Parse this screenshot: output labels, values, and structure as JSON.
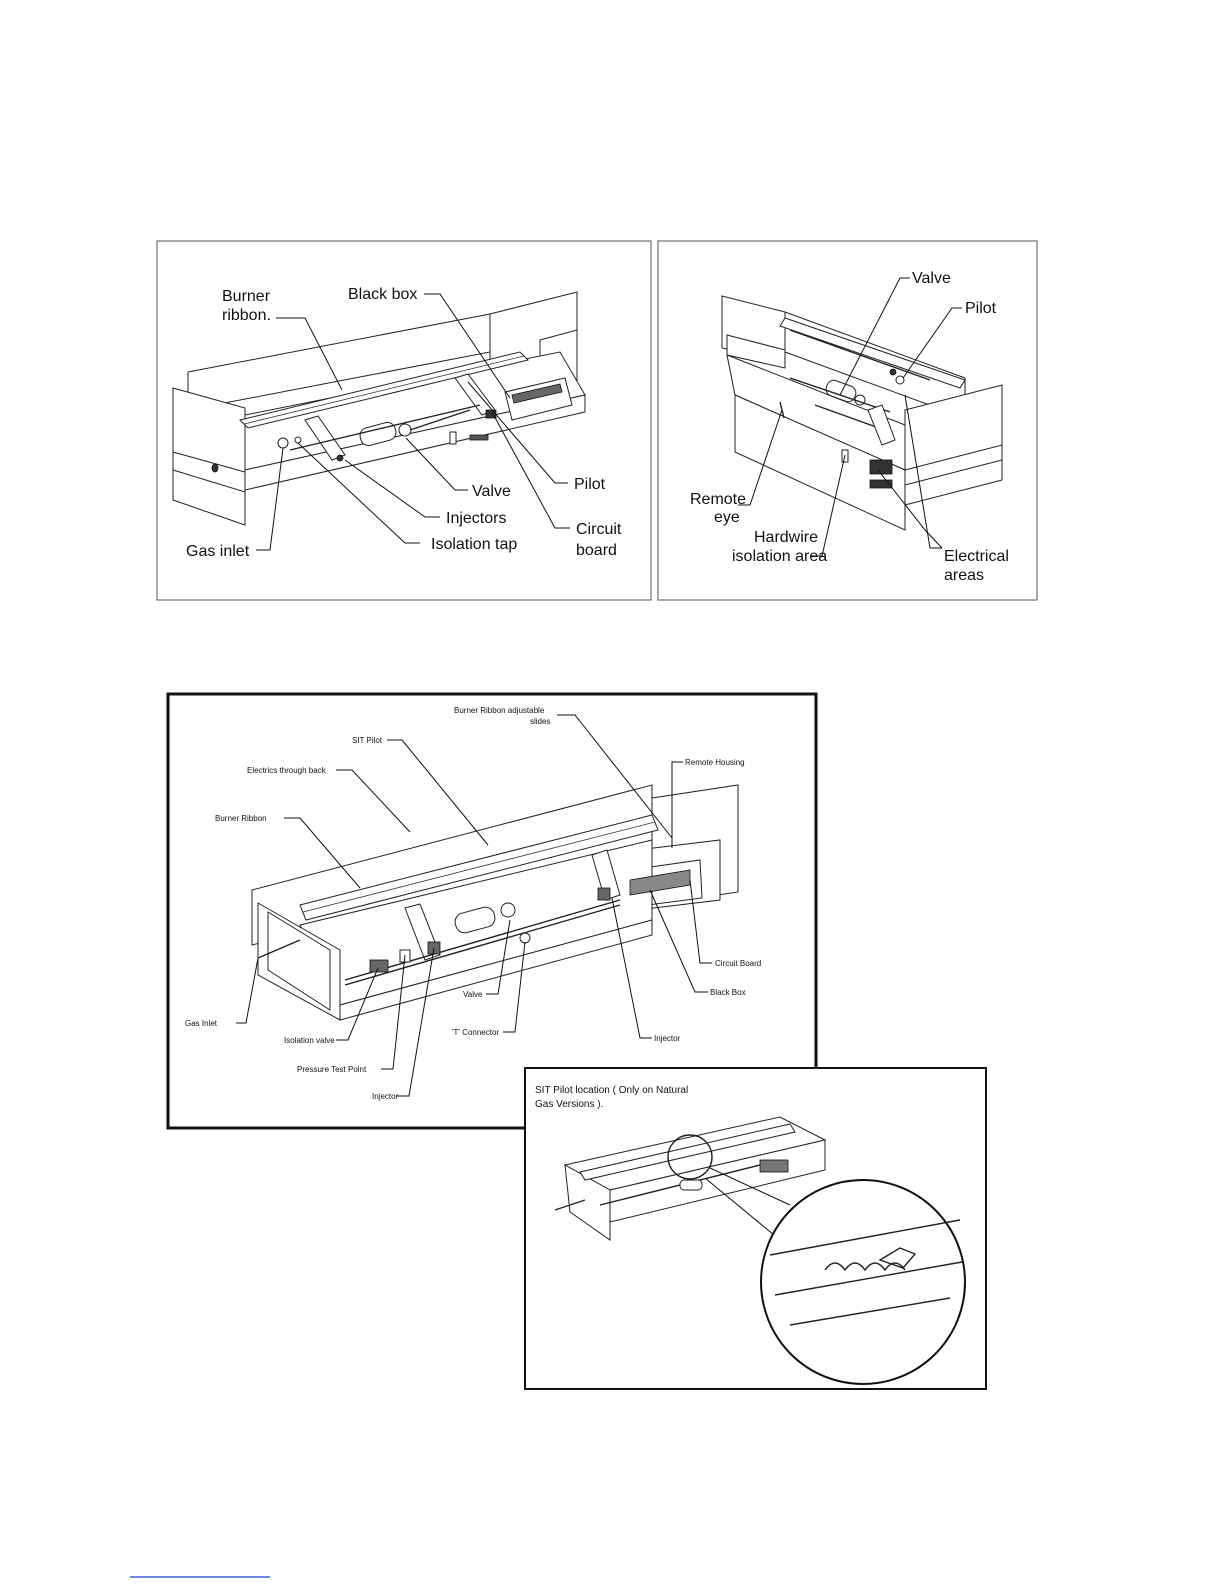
{
  "figure_top_left": {
    "labels": {
      "burner_ribbon": [
        "Burner",
        "ribbon."
      ],
      "black_box": "Black box",
      "pilot": "Pilot",
      "valve": "Valve",
      "injectors": "Injectors",
      "circuit_board": [
        "Circuit",
        "board"
      ],
      "gas_inlet": "Gas inlet",
      "isolation_tap": "Isolation tap"
    }
  },
  "figure_top_right": {
    "labels": {
      "valve": "Valve",
      "pilot": "Pilot",
      "remote_eye": [
        "Remote",
        "eye"
      ],
      "hardwire_isolation": [
        "Hardwire",
        "isolation area"
      ],
      "electrical_areas": [
        "Electrical",
        "areas"
      ]
    }
  },
  "figure_bottom": {
    "labels": {
      "burner_ribbon_slides": [
        "Burner Ribbon adjustable",
        "slides"
      ],
      "sit_pilot": "SIT Pilot",
      "electrics_through_back": "Electrics through back",
      "remote_housing": "Remote Housing",
      "burner_ribbon": "Burner Ribbon",
      "circuit_board": "Circuit Board",
      "black_box": "Black Box",
      "valve": "Valve",
      "injector_right": "Injector",
      "gas_inlet": "Gas Inlet",
      "isolation_valve": "Isolation valve",
      "t_connector": "'T' Connector",
      "pressure_test_point": "Pressure Test Point",
      "injector_left": "Injector"
    }
  },
  "figure_inset": {
    "caption": [
      "SIT Pilot location ( Only on Natural",
      "Gas Versions )."
    ]
  }
}
